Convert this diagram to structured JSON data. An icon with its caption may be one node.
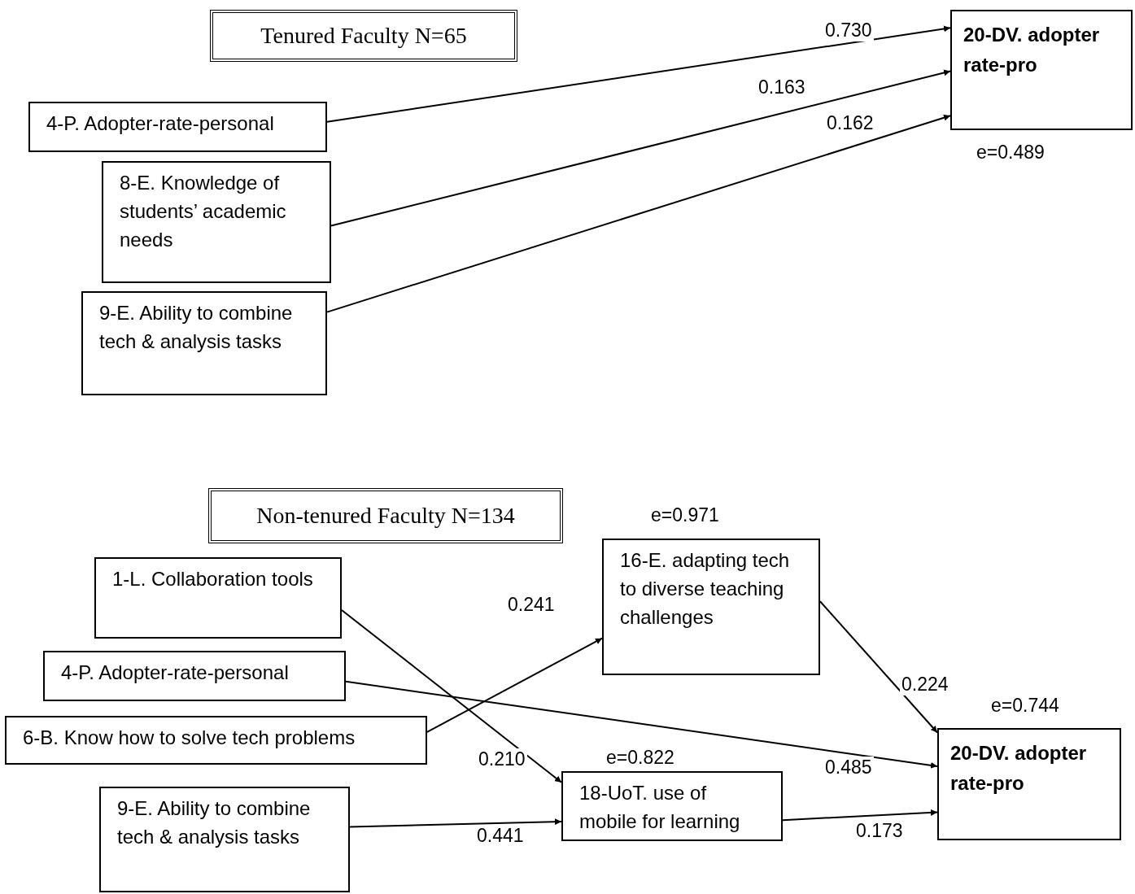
{
  "diagram": {
    "nodes": [
      {
        "text": [
          "Tenured Faculty N=65"
        ]
      },
      {
        "text": [
          "4-P. Adopter-rate-personal"
        ]
      },
      {
        "text": [
          "8-E. Knowledge of students’ academic needs"
        ]
      },
      {
        "text": [
          "9-E. Ability to combine tech & analysis tasks"
        ]
      },
      {
        "text": [
          "20-DV. adopter rate-pro"
        ],
        "beside": [
          "e=0.489"
        ]
      },
      {
        "text": [
          "Non-tenured Faculty N=134"
        ]
      },
      {
        "text": [
          "1-L. Collaboration tools"
        ]
      },
      {
        "text": [
          "16-E. adapting tech to diverse teaching challenges"
        ],
        "beside": [
          "e=0.971"
        ]
      },
      {
        "text": [
          "4-P. Adopter-rate-personal"
        ]
      },
      {
        "text": [
          "6-B. Know how to solve tech problems"
        ]
      },
      {
        "text": [
          "18-UoT. use of mobile for learning"
        ],
        "beside": [
          "e=0.822"
        ]
      },
      {
        "text": [
          "9-E. Ability to combine tech & analysis tasks"
        ]
      },
      {
        "text": [
          "20-DV. adopter rate-pro"
        ],
        "beside": [
          "e=0.744"
        ]
      }
    ],
    "edges": [
      {
        "from": 1,
        "to": 4,
        "arrow": "to",
        "label": "0.730"
      },
      {
        "from": 2,
        "to": 4,
        "arrow": "to",
        "label": "0.163"
      },
      {
        "from": 3,
        "to": 4,
        "arrow": "to",
        "label": "0.162"
      },
      {
        "from": 9,
        "to": 7,
        "arrow": "to",
        "label": "0.241"
      },
      {
        "from": 6,
        "to": 10,
        "arrow": "to",
        "label": "0.210"
      },
      {
        "from": 8,
        "to": 12,
        "arrow": "to",
        "label": "0.485"
      },
      {
        "from": 7,
        "to": 12,
        "arrow": "to",
        "label": "0.224"
      },
      {
        "from": 11,
        "to": 10,
        "arrow": "to",
        "label": "0.441"
      },
      {
        "from": 10,
        "to": 12,
        "arrow": "to",
        "label": "0.173"
      }
    ]
  }
}
